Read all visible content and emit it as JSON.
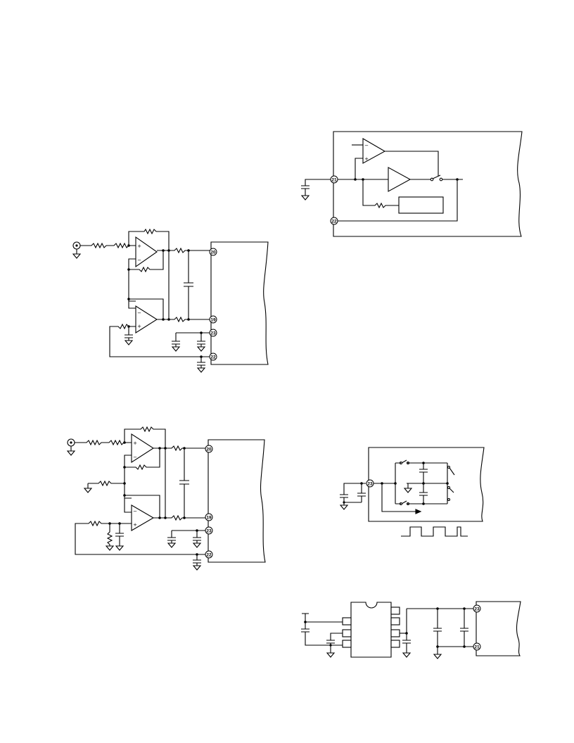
{
  "pins": {
    "p19": "19",
    "p20": "20",
    "p21": "21",
    "p22": "22",
    "p23": "23"
  },
  "opamp_signs": {
    "plus": "+",
    "minus": "−"
  }
}
